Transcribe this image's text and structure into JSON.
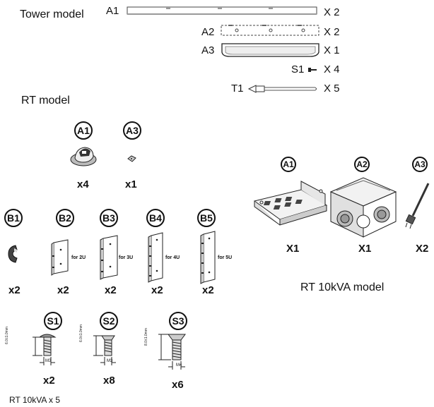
{
  "tower": {
    "title": "Tower model",
    "a1": {
      "code": "A1",
      "qty": "X 2"
    },
    "a2": {
      "code": "A2",
      "qty": "X 2"
    },
    "a3": {
      "code": "A3",
      "qty": "X 1"
    },
    "s1": {
      "code": "S1",
      "qty": "X 4"
    },
    "t1": {
      "code": "T1",
      "qty": "X 5"
    }
  },
  "rt": {
    "title": "RT model",
    "a1": {
      "code": "A1",
      "qty": "x4"
    },
    "a3": {
      "code": "A3",
      "qty": "x1"
    },
    "b1": {
      "code": "B1",
      "qty": "x2"
    },
    "b2": {
      "code": "B2",
      "qty": "x2",
      "note": "for 2U"
    },
    "b3": {
      "code": "B3",
      "qty": "x2",
      "note": "for 3U"
    },
    "b4": {
      "code": "B4",
      "qty": "x2",
      "note": "for 4U"
    },
    "b5": {
      "code": "B5",
      "qty": "x2",
      "note": "for 5U"
    },
    "s1": {
      "code": "S1",
      "qty": "x2",
      "thread": "M3",
      "dim": "6.0±1.0mm"
    },
    "s2": {
      "code": "S2",
      "qty": "x8",
      "thread": "M3",
      "dim": "6.0±1.0mm"
    },
    "s3": {
      "code": "S3",
      "qty": "x6",
      "thread": "M4",
      "dim": "8.0±1.0mm"
    },
    "footer": "RT 10kVA x 5"
  },
  "rt10k": {
    "title": "RT 10kVA model",
    "a1": {
      "code": "A1",
      "qty": "X1"
    },
    "a2": {
      "code": "A2",
      "qty": "X1"
    },
    "a3": {
      "code": "A3",
      "qty": "X2"
    }
  }
}
